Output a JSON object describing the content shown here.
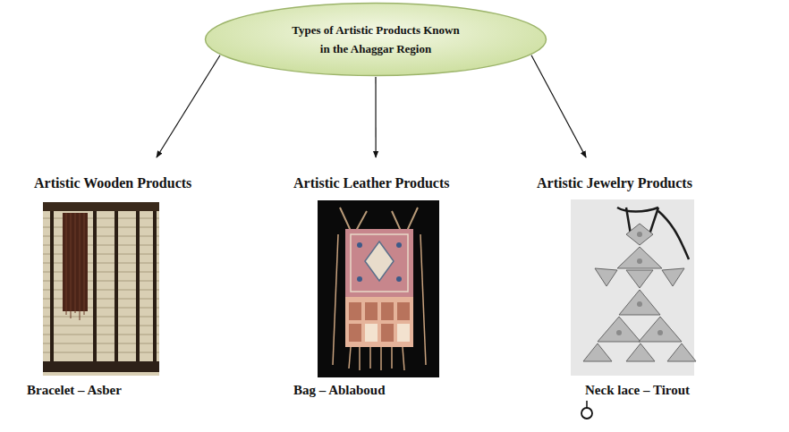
{
  "diagram": {
    "nodes": [
      {
        "text": [
          "Types of Artistic Products Known in the Ahaggar Region"
        ]
      },
      {
        "text": [
          "Artistic Wooden Products",
          "Bracelet – Asber"
        ]
      },
      {
        "text": [
          "Artistic Leather Products",
          "Bag – Ablaboud"
        ]
      },
      {
        "text": [
          "Artistic Jewelry Products",
          "Neck lace – Tirout"
        ]
      }
    ],
    "edges": [
      {
        "from": 0,
        "to": 1,
        "arrow": "to"
      },
      {
        "from": 0,
        "to": 2,
        "arrow": "to"
      },
      {
        "from": 0,
        "to": 3,
        "arrow": "to"
      }
    ]
  }
}
